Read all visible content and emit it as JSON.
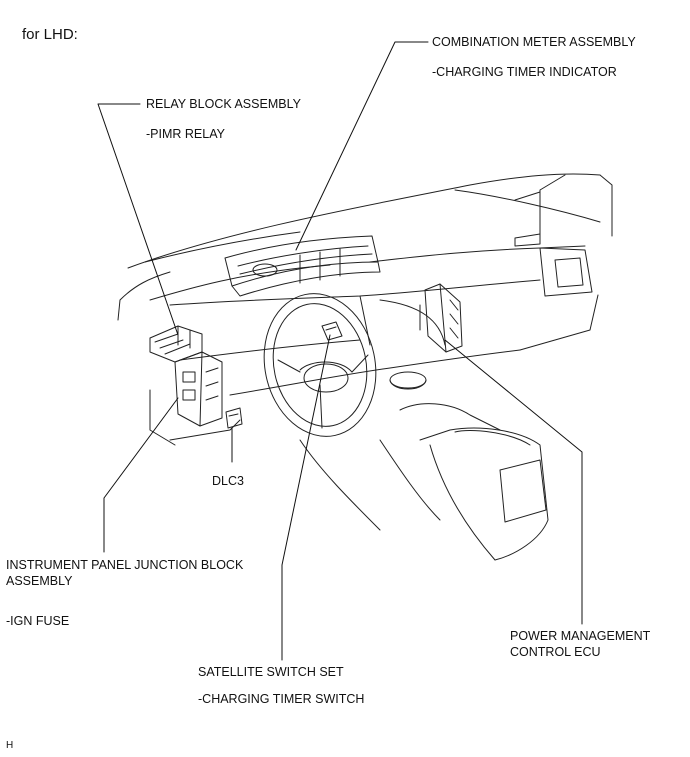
{
  "heading": "for LHD:",
  "corner_mark": "H",
  "callouts": {
    "combination_meter": {
      "title": "COMBINATION METER ASSEMBLY",
      "sub": "-CHARGING TIMER INDICATOR"
    },
    "relay_block": {
      "title": "RELAY BLOCK ASSEMBLY",
      "sub": "-PIMR RELAY"
    },
    "dlc3": {
      "title": "DLC3"
    },
    "junction_block": {
      "title_line1": "INSTRUMENT PANEL JUNCTION BLOCK",
      "title_line2": "ASSEMBLY",
      "sub": "-IGN FUSE"
    },
    "satellite_switch": {
      "title": "SATELLITE SWITCH SET",
      "sub": "-CHARGING TIMER SWITCH"
    },
    "power_ecu": {
      "title_line1": "POWER MANAGEMENT",
      "title_line2": "CONTROL ECU"
    }
  }
}
